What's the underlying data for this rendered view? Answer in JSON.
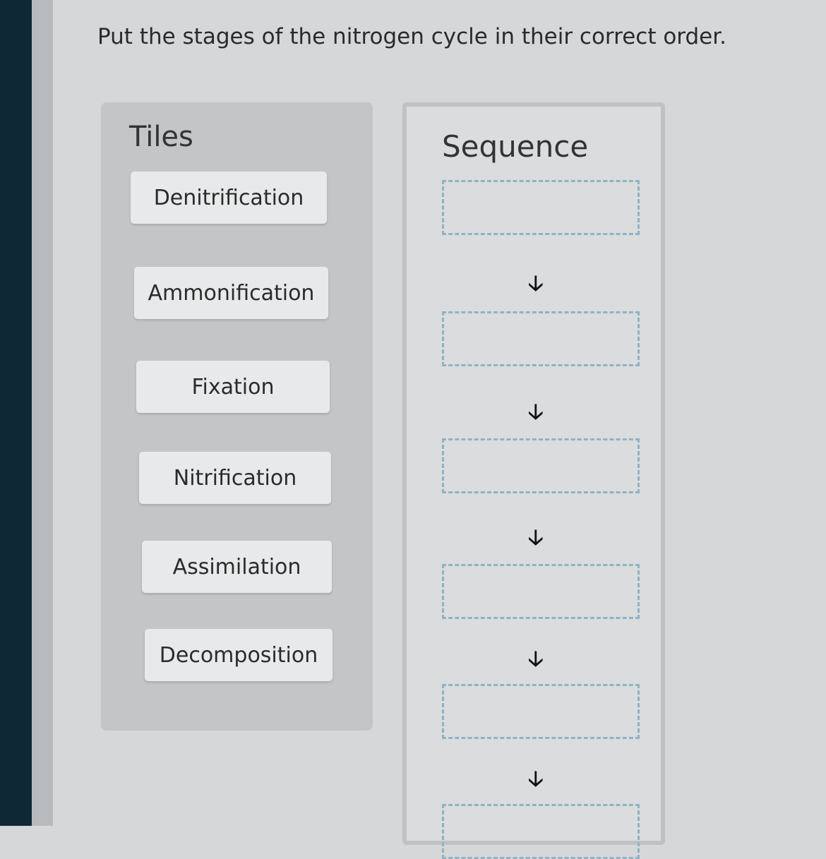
{
  "question": "Put the stages of the nitrogen cycle in their correct order.",
  "tiles": {
    "heading": "Tiles",
    "items": [
      "Denitrification",
      "Ammonification",
      "Fixation",
      "Nitrification",
      "Assimilation",
      "Decomposition"
    ]
  },
  "sequence": {
    "heading": "Sequence",
    "arrow": "🡣"
  }
}
